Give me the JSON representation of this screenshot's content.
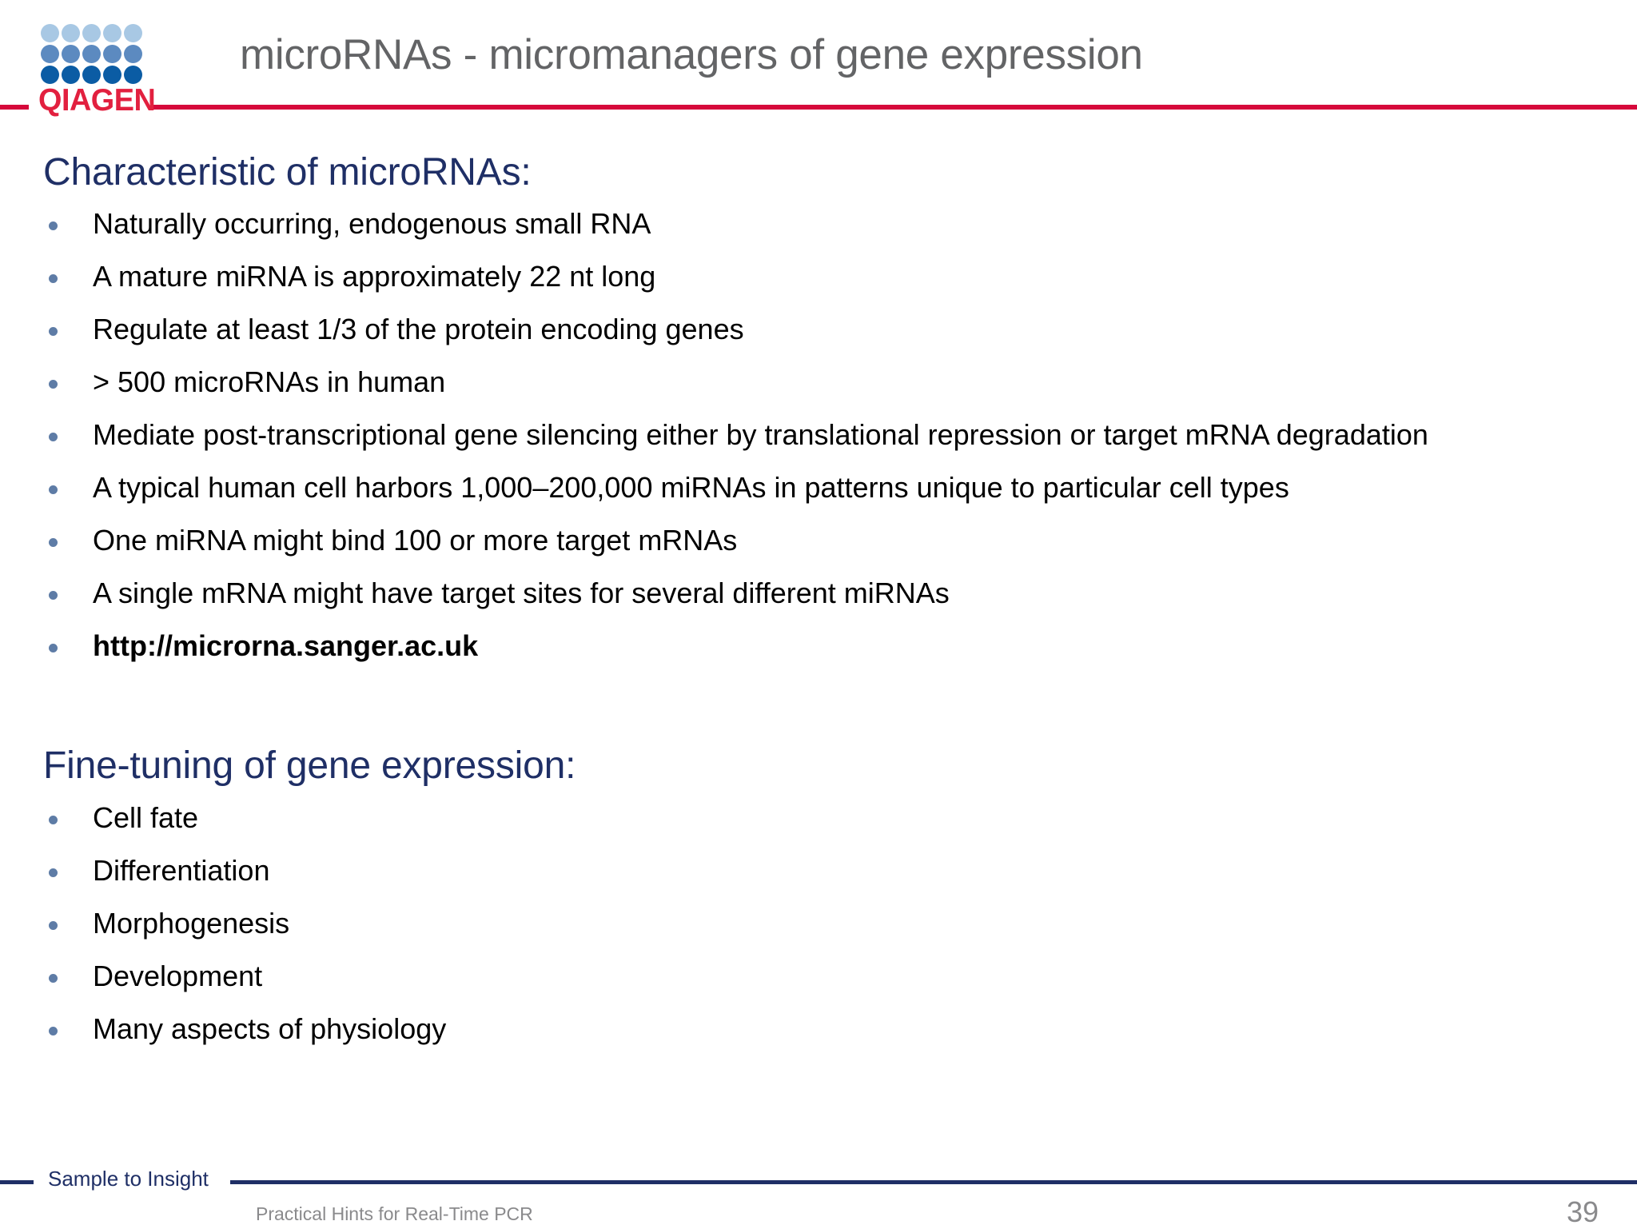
{
  "header": {
    "logo_word": "QIAGEN",
    "logo_alt": "qiagen-logo",
    "title": "microRNAs - micromanagers of gene expression",
    "accent_color": "#d6083b"
  },
  "main": {
    "sections": [
      {
        "heading": "Characteristic of microRNAs:",
        "bullets": [
          {
            "text": "Naturally occurring, endogenous small RNA",
            "bold": false
          },
          {
            "text": "A mature miRNA is approximately 22 nt long",
            "bold": false
          },
          {
            "text": "Regulate at least 1/3 of the protein encoding genes",
            "bold": false
          },
          {
            "text": "> 500 microRNAs in human",
            "bold": false
          },
          {
            "text": "Mediate post-transcriptional gene silencing either by translational repression or target mRNA degradation",
            "bold": false
          },
          {
            "text": "A typical human cell harbors 1,000–200,000 miRNAs in patterns unique to particular cell types",
            "bold": false
          },
          {
            "text": "One miRNA might bind 100 or more target mRNAs",
            "bold": false
          },
          {
            "text": "A single mRNA might have target sites for several different miRNAs",
            "bold": false
          },
          {
            "text": "http://microrna.sanger.ac.uk",
            "bold": true
          }
        ]
      },
      {
        "heading": "Fine-tuning of gene expression:",
        "bullets": [
          {
            "text": "Cell fate",
            "bold": false
          },
          {
            "text": "Differentiation",
            "bold": false
          },
          {
            "text": "Morphogenesis",
            "bold": false
          },
          {
            "text": "Development",
            "bold": false
          },
          {
            "text": "Many aspects of physiology",
            "bold": false
          }
        ]
      }
    ],
    "heading_color": "#1f2f66",
    "bullet_color": "#5e7ca6"
  },
  "footer": {
    "tagline": "Sample to Insight",
    "subtitle": "Practical Hints for Real-Time PCR",
    "page_number": "39",
    "rule_color": "#1f2f66"
  }
}
